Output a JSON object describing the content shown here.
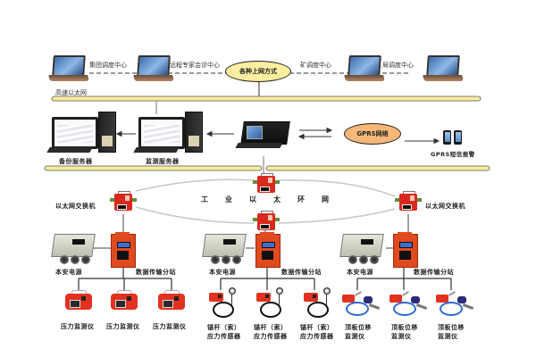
{
  "diagram": {
    "title": "",
    "top_network": {
      "bus_label": "高速以太网",
      "cloud_label": "各种上网方式",
      "centers": [
        {
          "label": "集团调度中心",
          "icon": "laptop-icon"
        },
        {
          "label": "远程专家会诊中心",
          "icon": "laptop-icon"
        },
        {
          "label": "矿调度中心",
          "icon": "laptop-icon"
        },
        {
          "label": "局调度中心",
          "icon": "laptop-icon"
        }
      ]
    },
    "server_row": {
      "backup_server": "备份服务器",
      "monitor_server": "监测服务器",
      "industrial_pc": "",
      "gprs_cloud": "GPRS网络",
      "sms_alarm": "GPRS短信报警"
    },
    "ring": {
      "label_chars": [
        "工",
        "业",
        "以",
        "太",
        "环",
        "网"
      ],
      "left_switch": "以太网交换机",
      "right_switch": "以太网交换机"
    },
    "branches": [
      {
        "power": "本安电源",
        "substation": "数据传输分站",
        "sensors": [
          {
            "line1": "压力监测仪",
            "line2": ""
          },
          {
            "line1": "压力监测仪",
            "line2": ""
          },
          {
            "line1": "压力监测仪",
            "line2": ""
          }
        ],
        "sensor_type": "pressure"
      },
      {
        "power": "本安电源",
        "substation": "数据传输分站",
        "sensors": [
          {
            "line1": "锚杆（索）",
            "line2": "应力传感器"
          },
          {
            "line1": "锚杆（索）",
            "line2": "应力传感器"
          },
          {
            "line1": "锚杆（索）",
            "line2": "应力传感器"
          }
        ],
        "sensor_type": "anchor-stress"
      },
      {
        "power": "本安电源",
        "substation": "数据传输分站",
        "sensors": [
          {
            "line1": "顶板位移",
            "line2": "监测仪"
          },
          {
            "line1": "顶板位移",
            "line2": "监测仪"
          },
          {
            "line1": "顶板位移",
            "line2": "监测仪"
          }
        ],
        "sensor_type": "roof-displacement"
      }
    ],
    "colors": {
      "bus_fill": "#f8eca0",
      "cloud_fill": "#fdeea0",
      "gprs_cloud_fill": "#f6b879",
      "device_red": "#e2321f",
      "ring_line": "#c8c8c8"
    }
  }
}
